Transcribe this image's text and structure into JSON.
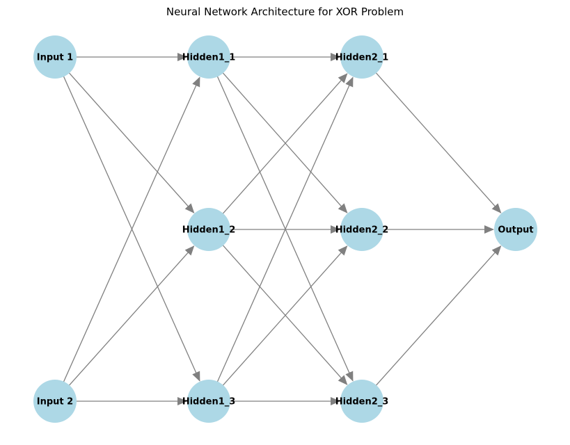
{
  "title": "Neural Network Architecture for XOR Problem",
  "colors": {
    "node_fill": "#add8e6",
    "edge": "#808080",
    "label": "#000000",
    "background": "#ffffff"
  },
  "nodes": [
    {
      "id": "in1",
      "label": "Input 1"
    },
    {
      "id": "in2",
      "label": "Input 2"
    },
    {
      "id": "h11",
      "label": "Hidden1_1"
    },
    {
      "id": "h12",
      "label": "Hidden1_2"
    },
    {
      "id": "h13",
      "label": "Hidden1_3"
    },
    {
      "id": "h21",
      "label": "Hidden2_1"
    },
    {
      "id": "h22",
      "label": "Hidden2_2"
    },
    {
      "id": "h23",
      "label": "Hidden2_3"
    },
    {
      "id": "out",
      "label": "Output"
    }
  ],
  "edges": [
    [
      "in1",
      "h11"
    ],
    [
      "in1",
      "h12"
    ],
    [
      "in1",
      "h13"
    ],
    [
      "in2",
      "h11"
    ],
    [
      "in2",
      "h12"
    ],
    [
      "in2",
      "h13"
    ],
    [
      "h11",
      "h21"
    ],
    [
      "h11",
      "h22"
    ],
    [
      "h11",
      "h23"
    ],
    [
      "h12",
      "h21"
    ],
    [
      "h12",
      "h22"
    ],
    [
      "h12",
      "h23"
    ],
    [
      "h13",
      "h21"
    ],
    [
      "h13",
      "h22"
    ],
    [
      "h13",
      "h23"
    ],
    [
      "h21",
      "out"
    ],
    [
      "h22",
      "out"
    ],
    [
      "h23",
      "out"
    ]
  ]
}
